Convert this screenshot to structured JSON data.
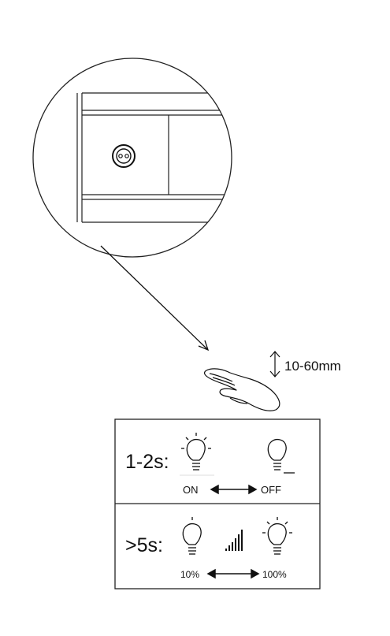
{
  "distance_label": "10-60mm",
  "modes": {
    "short": {
      "label": "1-2s:",
      "from_label": "ON",
      "to_label": "OFF"
    },
    "long": {
      "label": ">5s:",
      "from_label": "10%",
      "to_label": "100%"
    }
  },
  "icons": {
    "detail": "magnifier-detail-circle",
    "sensor": "sensor-icon",
    "hand": "hand-icon",
    "bulb_on": "bulb-on-icon",
    "bulb_off": "bulb-off-icon",
    "bulb_dim": "bulb-dim-icon",
    "signal": "signal-bars-icon"
  }
}
